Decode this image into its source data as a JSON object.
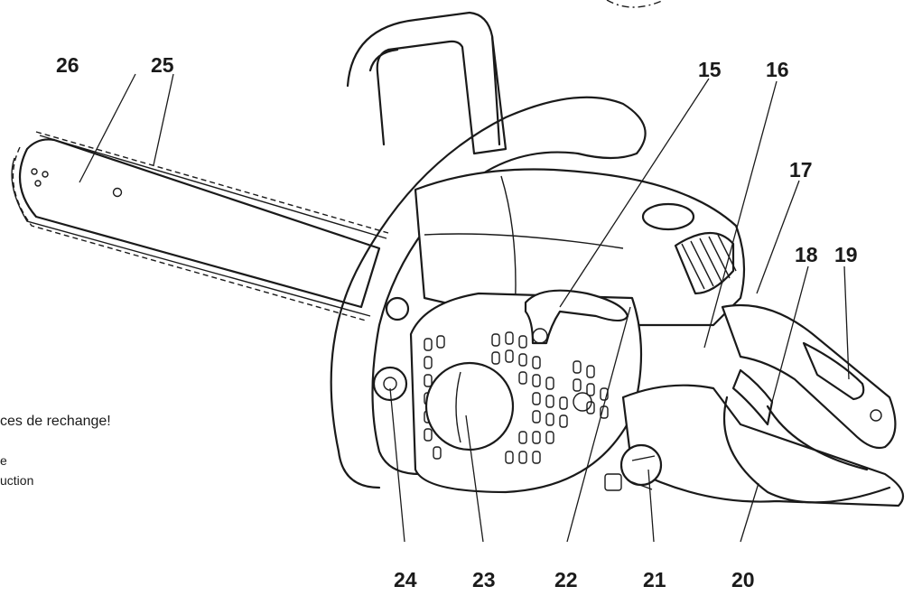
{
  "callouts": [
    "15",
    "16",
    "17",
    "18",
    "19",
    "20",
    "21",
    "22",
    "23",
    "24",
    "25",
    "26"
  ],
  "side_text": {
    "line1": "ces de rechange!",
    "line2": "e",
    "line3": "uction"
  }
}
